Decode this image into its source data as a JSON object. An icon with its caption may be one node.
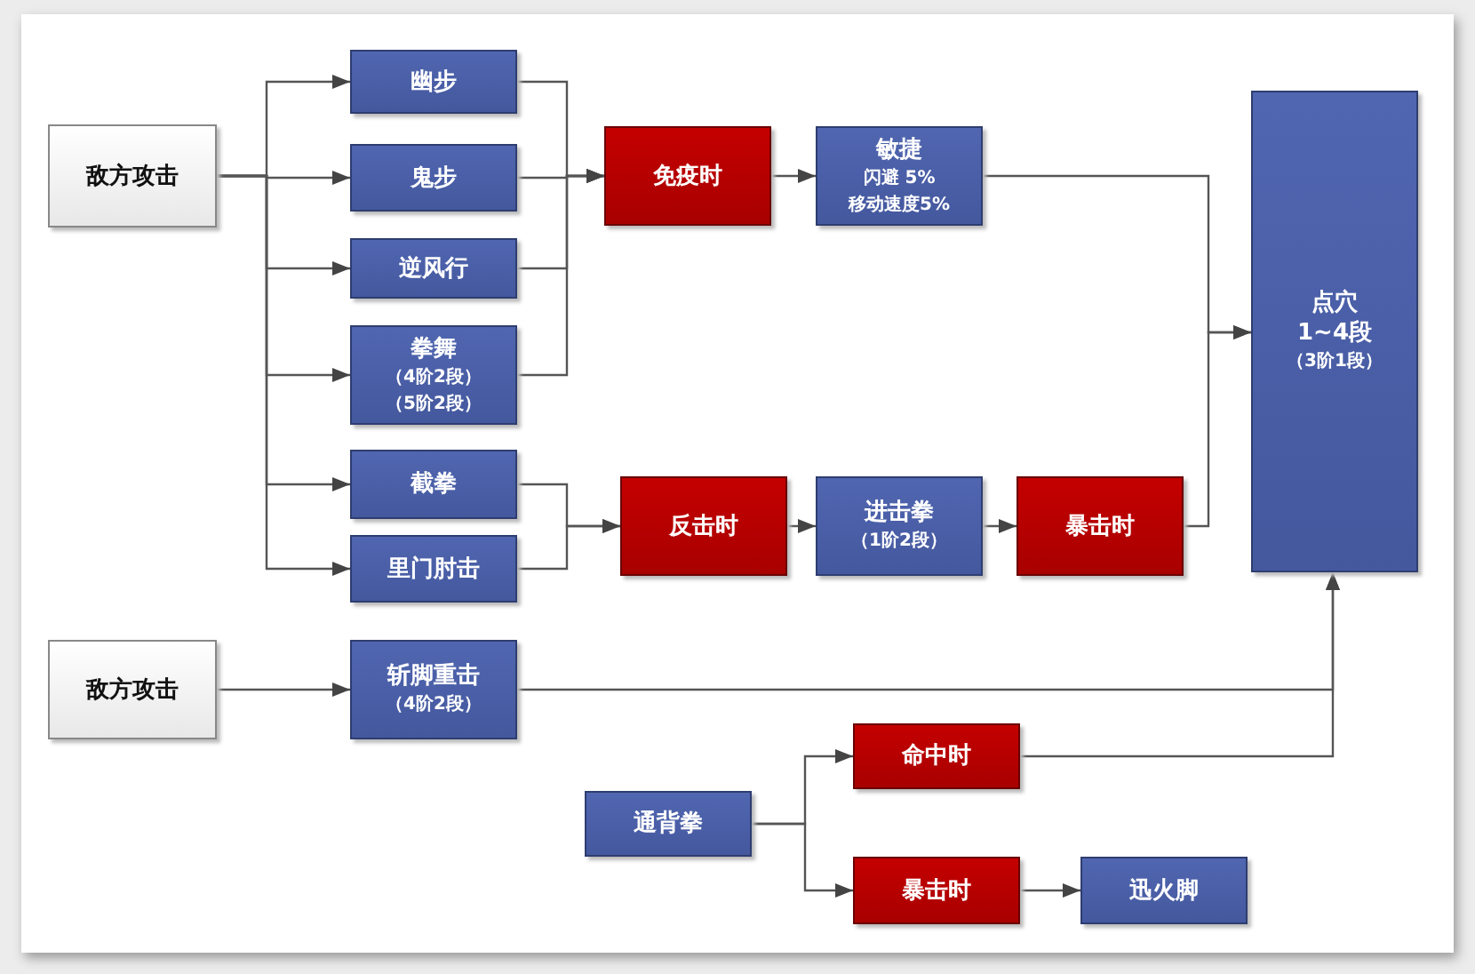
{
  "diagram": {
    "nodes": [
      {
        "text": [
          "敌方攻击"
        ]
      },
      {
        "text": [
          "幽步"
        ]
      },
      {
        "text": [
          "鬼步"
        ]
      },
      {
        "text": [
          "逆风行"
        ]
      },
      {
        "text": [
          "拳舞",
          "（4阶2段）",
          "（5阶2段）"
        ]
      },
      {
        "text": [
          "截拳"
        ]
      },
      {
        "text": [
          "里门肘击"
        ]
      },
      {
        "text": [
          "免疫时"
        ]
      },
      {
        "text": [
          "敏捷",
          "闪避 5%",
          "移动速度5%"
        ]
      },
      {
        "text": [
          "反击时"
        ]
      },
      {
        "text": [
          "进击拳",
          "（1阶2段）"
        ]
      },
      {
        "text": [
          "暴击时"
        ]
      },
      {
        "text": [
          "点穴",
          "1~4段",
          "（3阶1段）"
        ]
      },
      {
        "text": [
          "敌方攻击"
        ]
      },
      {
        "text": [
          "斩脚重击",
          "（4阶2段）"
        ]
      },
      {
        "text": [
          "通背拳"
        ]
      },
      {
        "text": [
          "命中时"
        ]
      },
      {
        "text": [
          "暴击时"
        ]
      },
      {
        "text": [
          "迅火脚"
        ]
      }
    ],
    "edges": [
      {
        "from": 0,
        "to": 1,
        "arrow": "to"
      },
      {
        "from": 0,
        "to": 2,
        "arrow": "to"
      },
      {
        "from": 0,
        "to": 3,
        "arrow": "to"
      },
      {
        "from": 0,
        "to": 4,
        "arrow": "to"
      },
      {
        "from": 0,
        "to": 5,
        "arrow": "to"
      },
      {
        "from": 0,
        "to": 6,
        "arrow": "to"
      },
      {
        "from": 1,
        "to": 7,
        "arrow": "to"
      },
      {
        "from": 2,
        "to": 7,
        "arrow": "to"
      },
      {
        "from": 3,
        "to": 7,
        "arrow": "to"
      },
      {
        "from": 4,
        "to": 7,
        "arrow": "to"
      },
      {
        "from": 5,
        "to": 9,
        "arrow": "to"
      },
      {
        "from": 6,
        "to": 9,
        "arrow": "to"
      },
      {
        "from": 7,
        "to": 8,
        "arrow": "to"
      },
      {
        "from": 9,
        "to": 10,
        "arrow": "to"
      },
      {
        "from": 10,
        "to": 11,
        "arrow": "to"
      },
      {
        "from": 8,
        "to": 12,
        "arrow": "to"
      },
      {
        "from": 11,
        "to": 12,
        "arrow": "to"
      },
      {
        "from": 13,
        "to": 14,
        "arrow": "to"
      },
      {
        "from": 14,
        "to": 12,
        "arrow": "to"
      },
      {
        "from": 16,
        "to": 12,
        "arrow": "to"
      },
      {
        "from": 15,
        "to": 16,
        "arrow": "to"
      },
      {
        "from": 15,
        "to": 17,
        "arrow": "to"
      },
      {
        "from": 17,
        "to": 18,
        "arrow": "to"
      }
    ]
  }
}
